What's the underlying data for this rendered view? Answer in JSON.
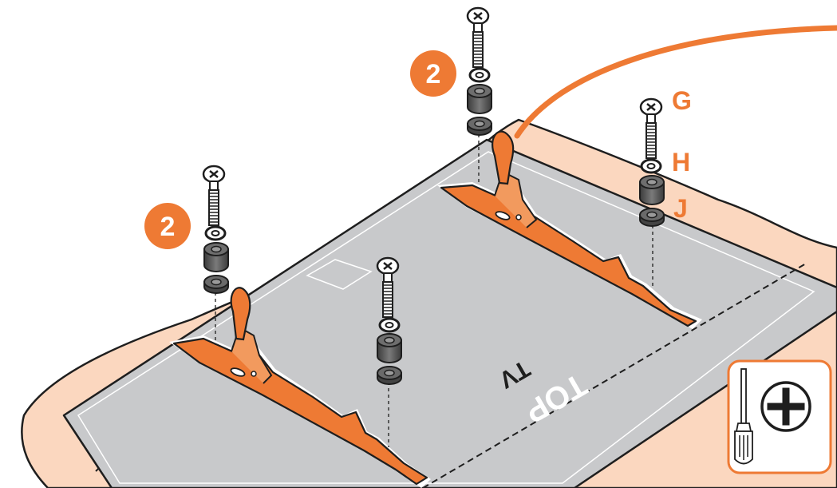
{
  "step_markers": [
    "2",
    "2"
  ],
  "part_labels": {
    "screw": "G",
    "washer": "H",
    "spacer": "J"
  },
  "tv_labels": {
    "top": "TOP",
    "tv": "TV"
  },
  "tool": {
    "name": "phillips-screwdriver",
    "symbol": "+"
  },
  "colors": {
    "accent": "#ee7a34",
    "packing_sheet": "#fbd7bf",
    "tv_panel": "#c8c9cb",
    "outline": "#1e1e1e",
    "hardware_dark": "#5a5a5a"
  }
}
